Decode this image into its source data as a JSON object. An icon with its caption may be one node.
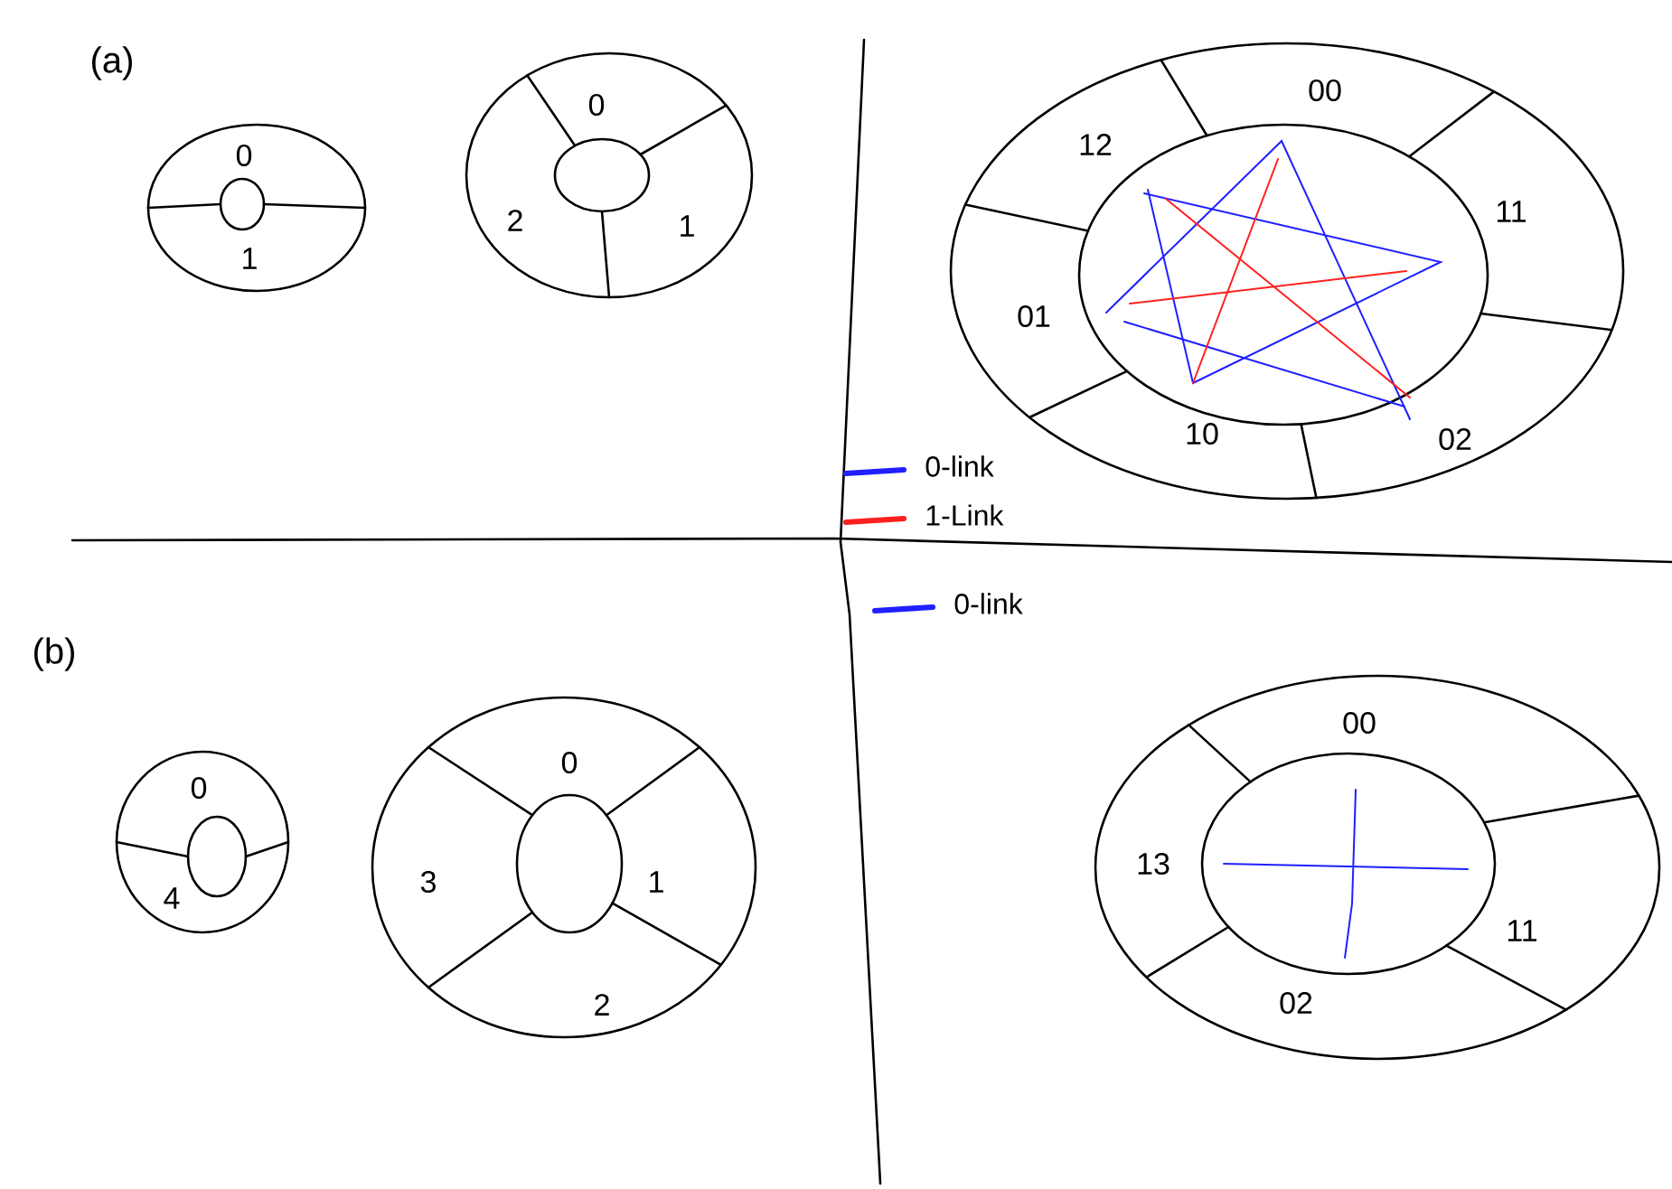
{
  "diagram": {
    "nodes": [
      {
        "text": [
          "0",
          "1"
        ]
      },
      {
        "text": [],
        "shape": "circle",
        "in": 0
      },
      {
        "text": [
          "0",
          "2",
          "1"
        ]
      },
      {
        "text": [],
        "shape": "circle",
        "in": 2
      },
      {
        "text": [
          "00",
          "12",
          "11",
          "01",
          "10",
          "02"
        ]
      },
      {
        "text": [],
        "shape": "circle",
        "in": 4
      },
      {
        "text": [
          "0",
          "4"
        ]
      },
      {
        "text": [],
        "shape": "circle",
        "in": 6
      },
      {
        "text": [
          "0",
          "3",
          "1",
          "2"
        ]
      },
      {
        "text": [],
        "shape": "circle",
        "in": 8
      },
      {
        "text": [
          "00",
          "13",
          "11",
          "02"
        ]
      },
      {
        "text": [],
        "shape": "circle",
        "in": 10
      }
    ],
    "labels": [
      "(a)",
      "(b)"
    ],
    "legend": [
      {
        "text": "0-link",
        "color": "#1f1fff"
      },
      {
        "text": "1-Link",
        "color": "#ff2020"
      },
      {
        "text": "0-link",
        "color": "#1f1fff"
      }
    ]
  }
}
